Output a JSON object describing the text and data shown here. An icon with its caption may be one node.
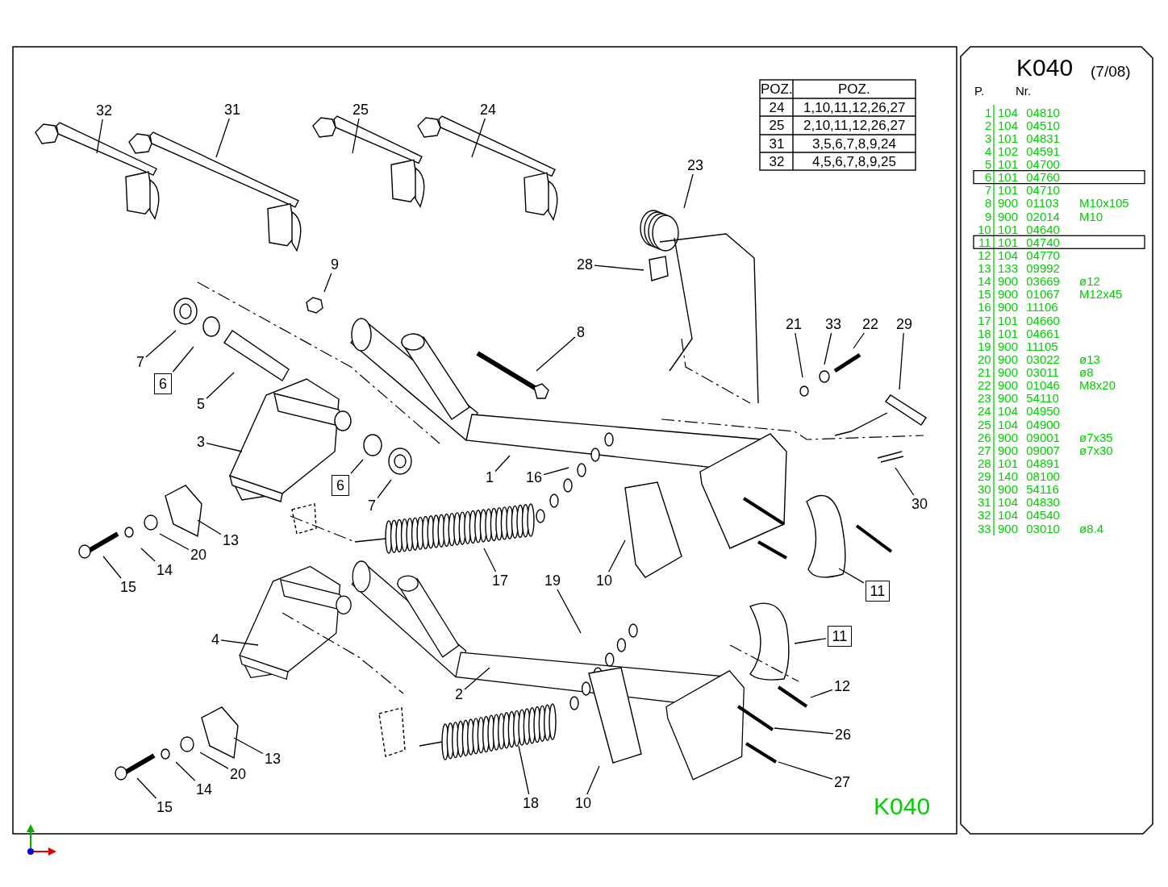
{
  "diagram": {
    "nodes": [
      {
        "text": [
          "32"
        ]
      },
      {
        "text": [
          "31"
        ]
      },
      {
        "text": [
          "25"
        ]
      },
      {
        "text": [
          "24"
        ]
      },
      {
        "text": [
          "23"
        ]
      },
      {
        "text": [
          "28"
        ]
      },
      {
        "text": [
          "9"
        ]
      },
      {
        "text": [
          "8"
        ]
      },
      {
        "text": [
          "21"
        ]
      },
      {
        "text": [
          "33"
        ]
      },
      {
        "text": [
          "22"
        ]
      },
      {
        "text": [
          "29"
        ]
      },
      {
        "text": [
          "7"
        ]
      },
      {
        "text": [
          "6"
        ]
      },
      {
        "text": [
          "5"
        ]
      },
      {
        "text": [
          "3"
        ]
      },
      {
        "text": [
          "1"
        ]
      },
      {
        "text": [
          "16"
        ]
      },
      {
        "text": [
          "6"
        ]
      },
      {
        "text": [
          "7"
        ]
      },
      {
        "text": [
          "30"
        ]
      },
      {
        "text": [
          "13"
        ]
      },
      {
        "text": [
          "20"
        ]
      },
      {
        "text": [
          "14"
        ]
      },
      {
        "text": [
          "17"
        ]
      },
      {
        "text": [
          "19"
        ]
      },
      {
        "text": [
          "10"
        ]
      },
      {
        "text": [
          "15"
        ]
      },
      {
        "text": [
          "11"
        ]
      },
      {
        "text": [
          "11"
        ]
      },
      {
        "text": [
          "4"
        ]
      },
      {
        "text": [
          "12"
        ]
      },
      {
        "text": [
          "2"
        ]
      },
      {
        "text": [
          "26"
        ]
      },
      {
        "text": [
          "13"
        ]
      },
      {
        "text": [
          "20"
        ]
      },
      {
        "text": [
          "27"
        ]
      },
      {
        "text": [
          "14"
        ]
      },
      {
        "text": [
          "18"
        ]
      },
      {
        "text": [
          "10"
        ]
      },
      {
        "text": [
          "15"
        ]
      }
    ],
    "edges": [
      {
        "from": 0,
        "to": null,
        "arrow": "none"
      },
      {
        "from": 1,
        "to": null,
        "arrow": "none"
      },
      {
        "from": 2,
        "to": null,
        "arrow": "none"
      },
      {
        "from": 3,
        "to": null,
        "arrow": "none"
      },
      {
        "from": 4,
        "to": null,
        "arrow": "none"
      },
      {
        "from": 5,
        "to": null,
        "arrow": "none"
      },
      {
        "from": 6,
        "to": null,
        "arrow": "none"
      },
      {
        "from": 7,
        "to": null,
        "arrow": "none"
      },
      {
        "from": 8,
        "to": null,
        "arrow": "none"
      },
      {
        "from": 9,
        "to": null,
        "arrow": "none"
      },
      {
        "from": 10,
        "to": null,
        "arrow": "none"
      },
      {
        "from": 11,
        "to": null,
        "arrow": "none"
      },
      {
        "from": 12,
        "to": null,
        "arrow": "none"
      },
      {
        "from": 13,
        "to": null,
        "arrow": "none"
      },
      {
        "from": 14,
        "to": null,
        "arrow": "none"
      },
      {
        "from": 15,
        "to": null,
        "arrow": "none"
      },
      {
        "from": 16,
        "to": null,
        "arrow": "none"
      },
      {
        "from": 17,
        "to": null,
        "arrow": "none"
      },
      {
        "from": 18,
        "to": null,
        "arrow": "none"
      },
      {
        "from": 19,
        "to": null,
        "arrow": "none"
      },
      {
        "from": 20,
        "to": null,
        "arrow": "none"
      },
      {
        "from": 21,
        "to": null,
        "arrow": "none"
      },
      {
        "from": 22,
        "to": null,
        "arrow": "none"
      },
      {
        "from": 23,
        "to": null,
        "arrow": "none"
      },
      {
        "from": 24,
        "to": null,
        "arrow": "none"
      },
      {
        "from": 25,
        "to": null,
        "arrow": "none"
      },
      {
        "from": 26,
        "to": null,
        "arrow": "none"
      },
      {
        "from": 27,
        "to": null,
        "arrow": "none"
      },
      {
        "from": 28,
        "to": null,
        "arrow": "none"
      },
      {
        "from": 29,
        "to": null,
        "arrow": "none"
      },
      {
        "from": 30,
        "to": null,
        "arrow": "none"
      },
      {
        "from": 31,
        "to": null,
        "arrow": "none"
      },
      {
        "from": 32,
        "to": null,
        "arrow": "none"
      },
      {
        "from": 33,
        "to": null,
        "arrow": "none"
      },
      {
        "from": 34,
        "to": null,
        "arrow": "none"
      },
      {
        "from": 35,
        "to": null,
        "arrow": "none"
      },
      {
        "from": 36,
        "to": null,
        "arrow": "none"
      },
      {
        "from": 37,
        "to": null,
        "arrow": "none"
      },
      {
        "from": 38,
        "to": null,
        "arrow": "none"
      },
      {
        "from": 39,
        "to": null,
        "arrow": "none"
      },
      {
        "from": 40,
        "to": null,
        "arrow": "none"
      }
    ],
    "labels": [
      "POZ.",
      "POZ.",
      "24",
      "1,10,11,12,26,27",
      "25",
      "2,10,11,12,26,27",
      "31",
      "3,5,6,7,8,9,24",
      "32",
      "4,5,6,7,8,9,25",
      "K040",
      "(7/08)",
      "P.",
      "Nr.",
      "1",
      "104 04810",
      "2",
      "104 04510",
      "3",
      "101 04831",
      "4",
      "102 04591",
      "5",
      "101 04700",
      "6",
      "101 04760",
      "7",
      "101 04710",
      "8",
      "900 01103",
      "M10x105",
      "9",
      "900 02014",
      "M10",
      "10",
      "101 04640",
      "11",
      "101 04740",
      "12",
      "104 04770",
      "13",
      "133 09992",
      "14",
      "900 03669",
      "ø12",
      "15",
      "900 01067",
      "M12x45",
      "16",
      "900 11106",
      "17",
      "101 04660",
      "18",
      "101 04661",
      "19",
      "900 11105",
      "20",
      "900 03022",
      "ø13",
      "21",
      "900 03011",
      "ø8",
      "22",
      "900 01046",
      "M8x20",
      "23",
      "900 54110",
      "24",
      "104 04950",
      "25",
      "104 04900",
      "26",
      "900 09001",
      "ø7x35",
      "27",
      "900 09007",
      "ø7x30",
      "28",
      "101 04891",
      "29",
      "140 08100",
      "30",
      "900 54116",
      "31",
      "104 04830",
      "32",
      "104 04540",
      "33",
      "900 03010",
      "ø8.4",
      "K040"
    ]
  }
}
